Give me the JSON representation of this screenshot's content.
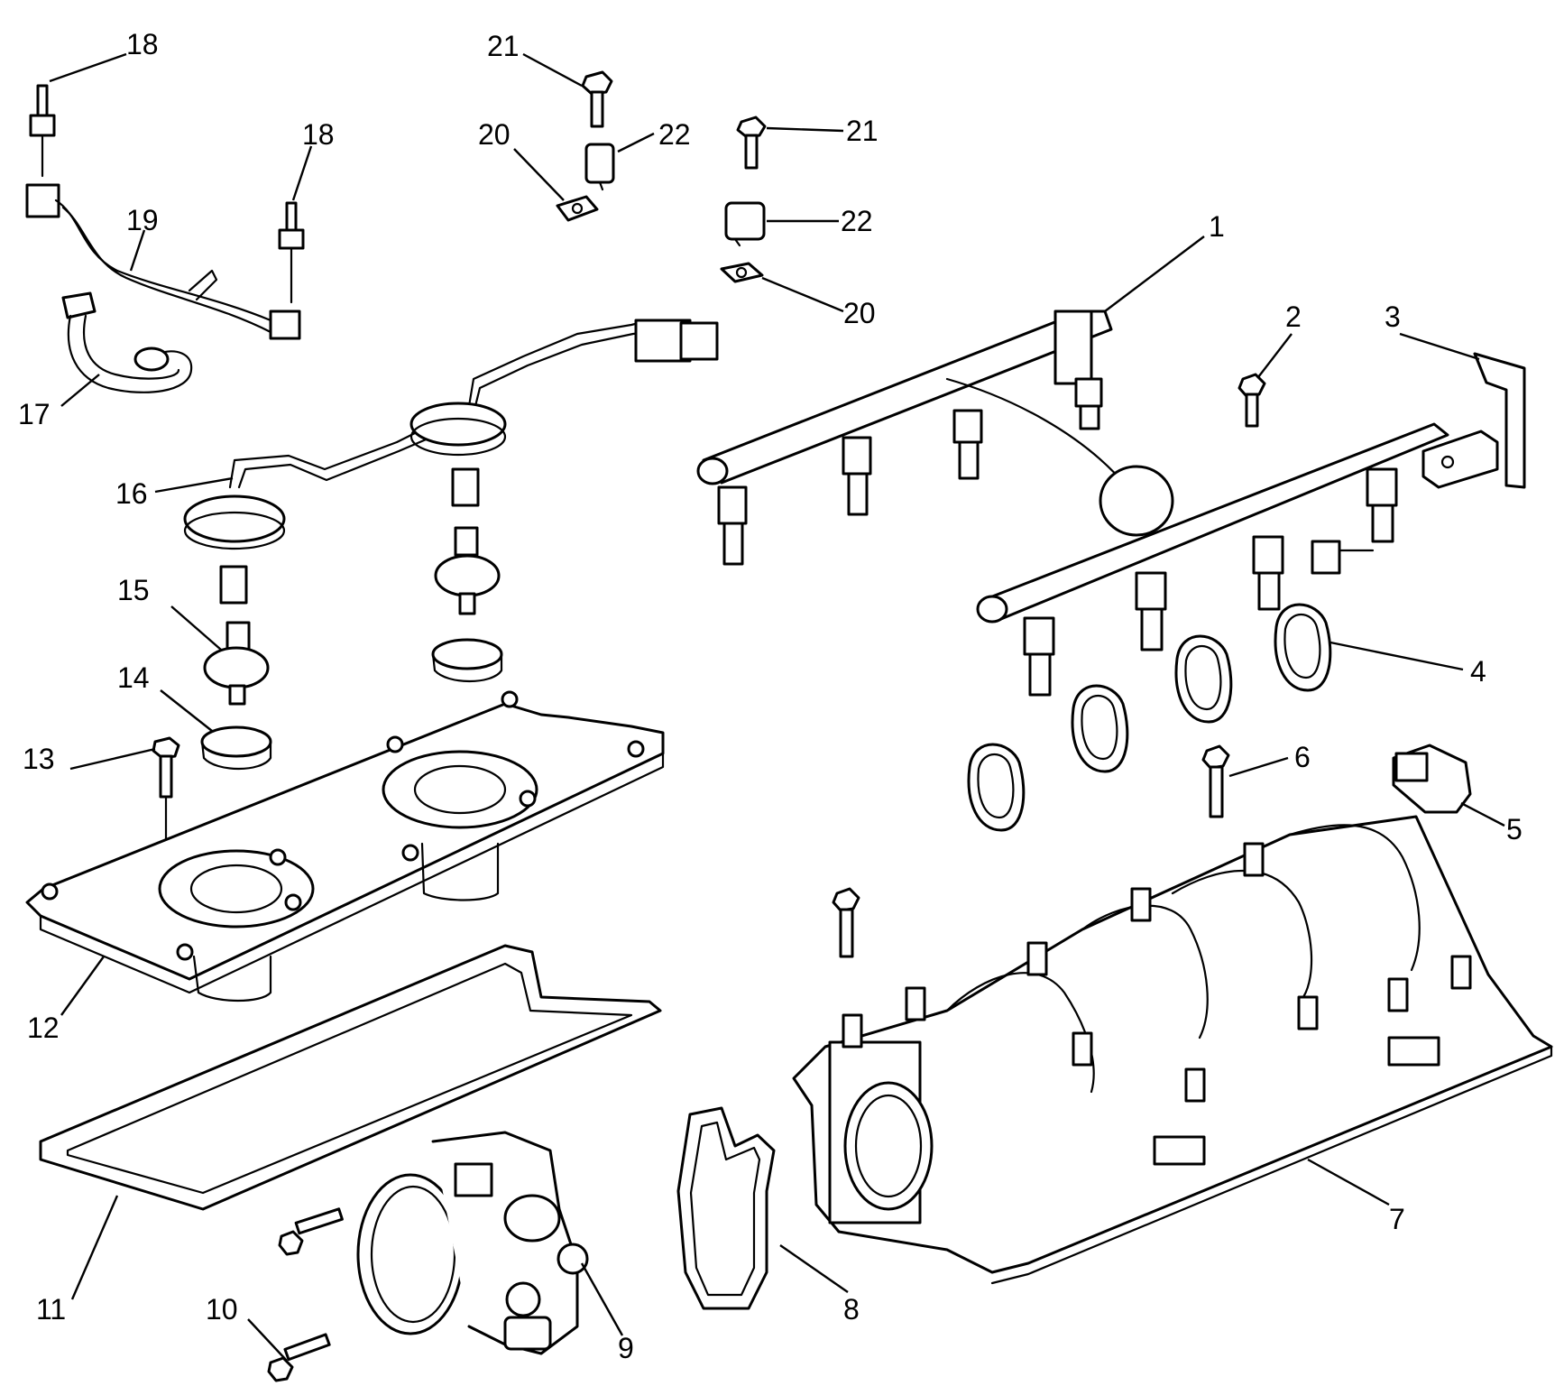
{
  "diagram": {
    "callouts": {
      "c1": "1",
      "c2": "2",
      "c3": "3",
      "c4": "4",
      "c5": "5",
      "c6": "6",
      "c7": "7",
      "c8": "8",
      "c9": "9",
      "c10": "10",
      "c11": "11",
      "c12": "12",
      "c13": "13",
      "c14": "14",
      "c15": "15",
      "c16": "16",
      "c17": "17",
      "c18a": "18",
      "c18b": "18",
      "c19": "19",
      "c20a": "20",
      "c20b": "20",
      "c21a": "21",
      "c21b": "21",
      "c22a": "22",
      "c22b": "22"
    }
  }
}
